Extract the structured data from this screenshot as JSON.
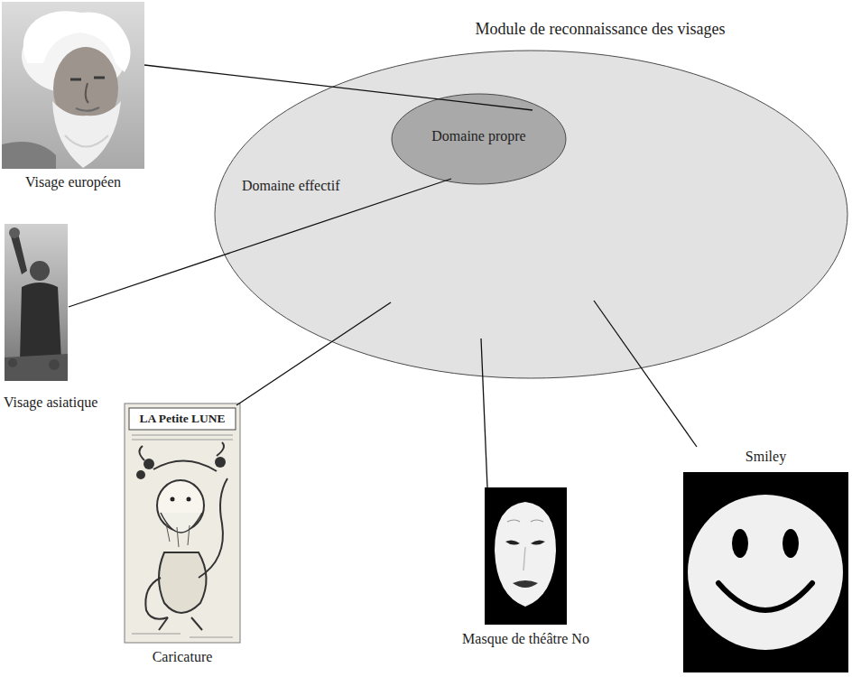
{
  "diagram": {
    "title": "Module de reconnaissance des visages",
    "nodes": [
      {
        "text": [
          "Domaine effectif"
        ]
      },
      {
        "text": [
          "Domaine propre"
        ],
        "in": 0
      },
      {
        "text": [
          "Visage européen"
        ]
      },
      {
        "text": [
          "Visage asiatique"
        ]
      },
      {
        "text": [
          "Caricature"
        ]
      },
      {
        "text": [
          "Masque de théâtre No"
        ]
      },
      {
        "text": [
          "Smiley"
        ]
      }
    ],
    "edges": [
      {
        "from": 2,
        "to": 1,
        "arrow": "none"
      },
      {
        "from": 3,
        "to": 1,
        "arrow": "none"
      },
      {
        "from": 4,
        "to": 0,
        "arrow": "none"
      },
      {
        "from": 5,
        "to": 0,
        "arrow": "none"
      },
      {
        "from": 6,
        "to": 0,
        "arrow": "none"
      }
    ],
    "labels": [
      "LA Petite LUNE"
    ]
  }
}
